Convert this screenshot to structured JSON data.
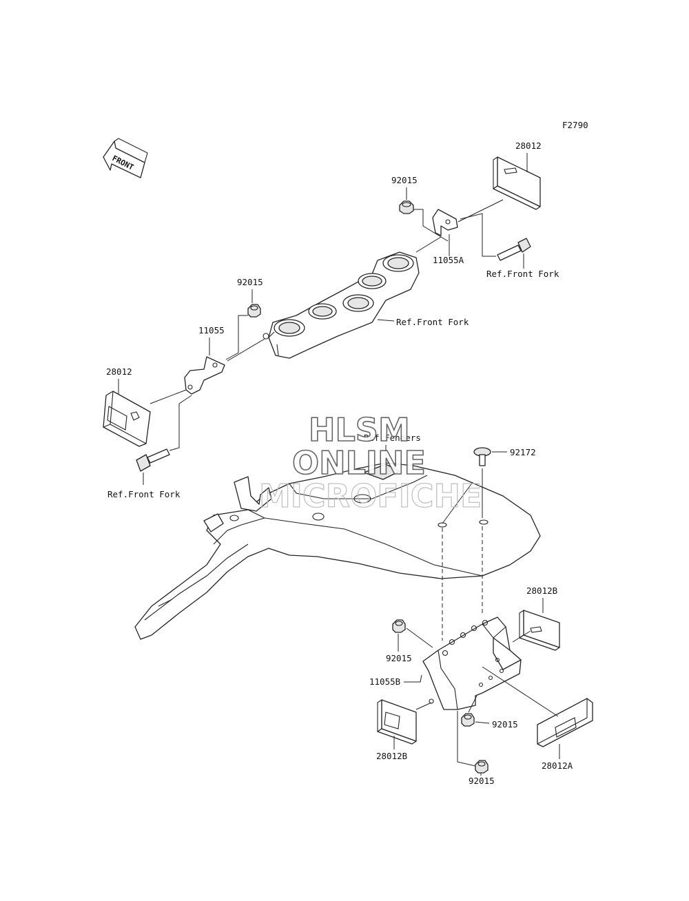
{
  "diagram": {
    "figure_code": "F2790",
    "front_marker": "FRONT",
    "labels": {
      "reflector_upper_right": "28012",
      "nut_upper_right": "92015",
      "bracket_upper_right": "11055A",
      "ref_front_fork_upper_right": "Ref.Front Fork",
      "ref_front_fork_clamp": "Ref.Front Fork",
      "nut_upper_left": "92015",
      "bracket_upper_left": "11055",
      "reflector_upper_left": "28012",
      "ref_front_fork_lower_left": "Ref.Front Fork",
      "ref_fenders": "Ref.Fenders",
      "screw": "92172",
      "reflector_side_right": "28012B",
      "nut_lower_left": "92015",
      "bracket_lower": "11055B",
      "nut_lower_mid": "92015",
      "reflector_side_left": "28012B",
      "reflector_front": "28012A",
      "nut_bottom": "92015"
    },
    "watermark": {
      "line1": "HLSM",
      "line2": "ONLINE",
      "line3": "MICROFICHE"
    }
  }
}
